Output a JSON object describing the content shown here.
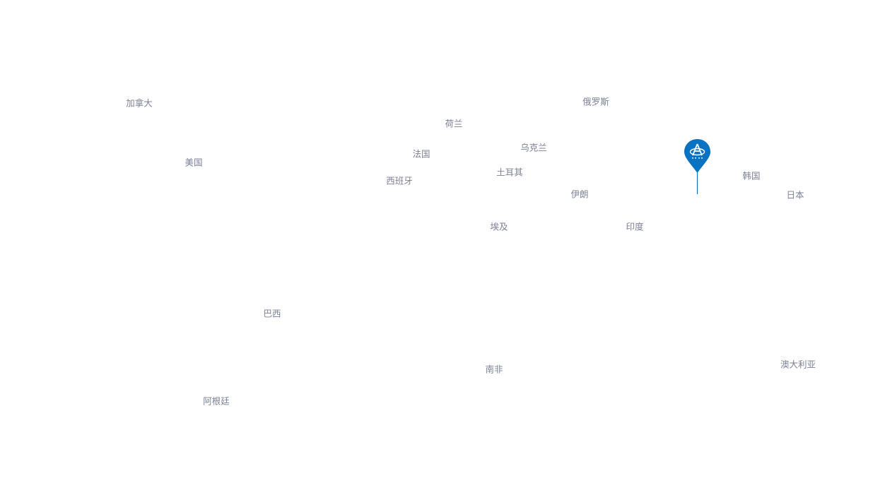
{
  "map": {
    "label_color": "#7b8296",
    "pin_color": "#0a72c2",
    "countries": [
      {
        "name": "加拿大"
      },
      {
        "name": "美国"
      },
      {
        "name": "巴西"
      },
      {
        "name": "阿根廷"
      },
      {
        "name": "荷兰"
      },
      {
        "name": "法国"
      },
      {
        "name": "西班牙"
      },
      {
        "name": "俄罗斯"
      },
      {
        "name": "乌克兰"
      },
      {
        "name": "土耳其"
      },
      {
        "name": "伊朗"
      },
      {
        "name": "埃及"
      },
      {
        "name": "印度"
      },
      {
        "name": "南非"
      },
      {
        "name": "韩国"
      },
      {
        "name": "日本"
      },
      {
        "name": "澳大利亚"
      }
    ],
    "marker": {
      "icon": "location-pin-icon"
    }
  }
}
